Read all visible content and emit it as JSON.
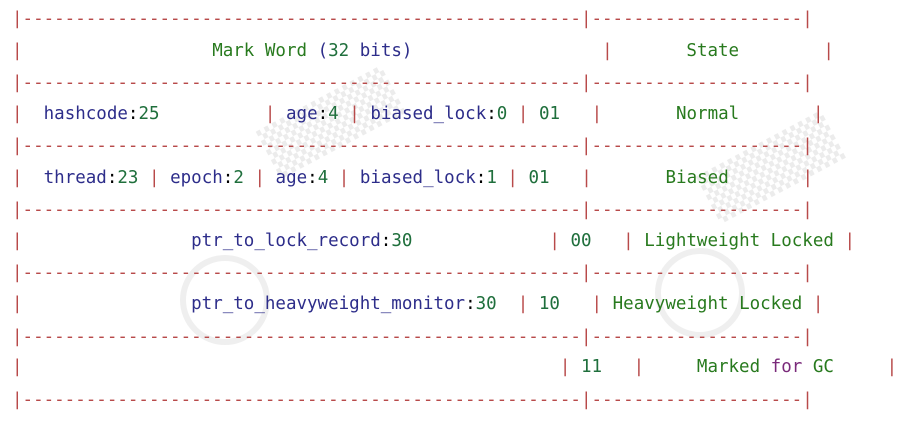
{
  "header": {
    "mark_word": "Mark Word",
    "bits_open": "(",
    "bits_num": "32",
    "bits_word": "bits)",
    "state": "State"
  },
  "rows": [
    {
      "segments": [
        {
          "name": "hashcode",
          "value": "25"
        },
        {
          "name": "age",
          "value": "4"
        },
        {
          "name": "biased_lock",
          "value": "0"
        }
      ],
      "lock_bits": "01",
      "state": "Normal"
    },
    {
      "segments": [
        {
          "name": "thread",
          "value": "23"
        },
        {
          "name": "epoch",
          "value": "2"
        },
        {
          "name": "age",
          "value": "4"
        },
        {
          "name": "biased_lock",
          "value": "1"
        }
      ],
      "lock_bits": "01",
      "state": "Biased"
    },
    {
      "segments": [
        {
          "name": "ptr_to_lock_record",
          "value": "30"
        }
      ],
      "lock_bits": "00",
      "state": "Lightweight Locked"
    },
    {
      "segments": [
        {
          "name": "ptr_to_heavyweight_monitor",
          "value": "30"
        }
      ],
      "lock_bits": "10",
      "state": "Heavyweight Locked"
    },
    {
      "segments": [],
      "lock_bits": "11",
      "state_parts": [
        "Marked",
        "for",
        "GC"
      ]
    }
  ]
}
